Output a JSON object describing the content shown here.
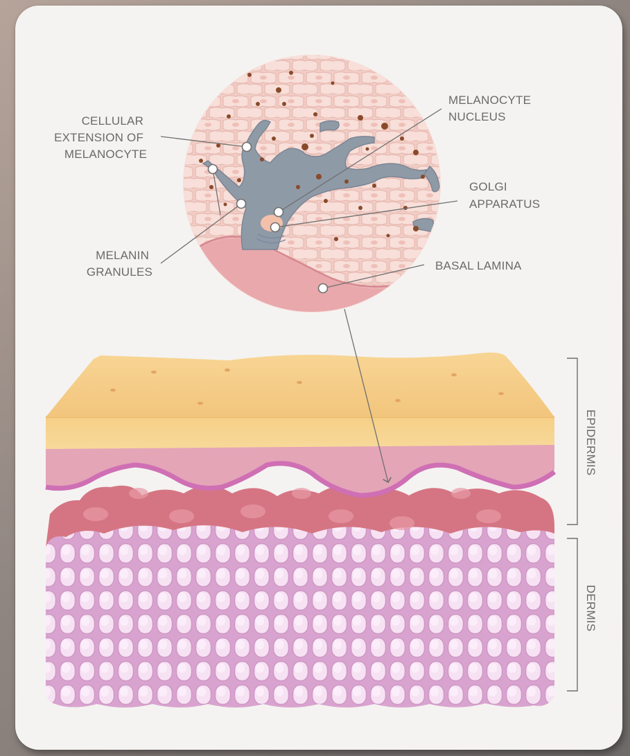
{
  "labels": {
    "cellular_extension": [
      "CELLULAR",
      "EXTENSION OF",
      "MELANOCYTE"
    ],
    "melanin_granules": [
      "MELANIN",
      "GRANULES"
    ],
    "melanocyte_nucleus": [
      "MELANOCYTE",
      "NUCLEUS"
    ],
    "golgi_apparatus": [
      "GOLGI",
      "APPARATUS"
    ],
    "basal_lamina": "BASAL LAMINA",
    "epidermis": "EPIDERMIS",
    "dermis": "DERMIS"
  },
  "colors": {
    "card_bg": "#f4f3f1",
    "stratum_corneum": "#f7d18a",
    "epidermis_pink": "#e3a3b4",
    "basal_red": "#d3707f",
    "dermis_lilac": "#e9bde0",
    "melanocyte": "#8f9aa7",
    "melanin": "#8a4a2a",
    "leader_line": "#6f6f6f"
  }
}
